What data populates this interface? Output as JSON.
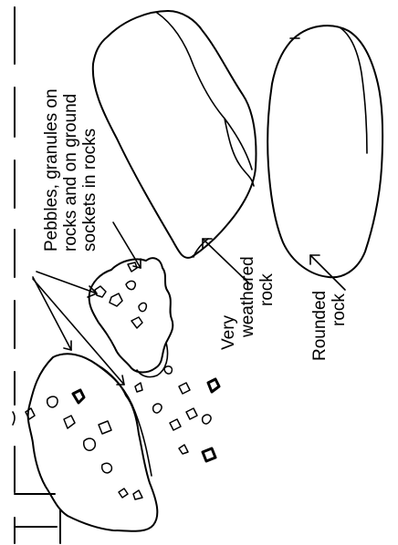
{
  "labels": {
    "pebbles": [
      "Pebbles, granules on",
      "rocks and on ground",
      "sockets in rocks"
    ],
    "weathered": [
      "Very",
      "weathered",
      "rock"
    ],
    "rounded": [
      "Rounded",
      "rock"
    ]
  }
}
